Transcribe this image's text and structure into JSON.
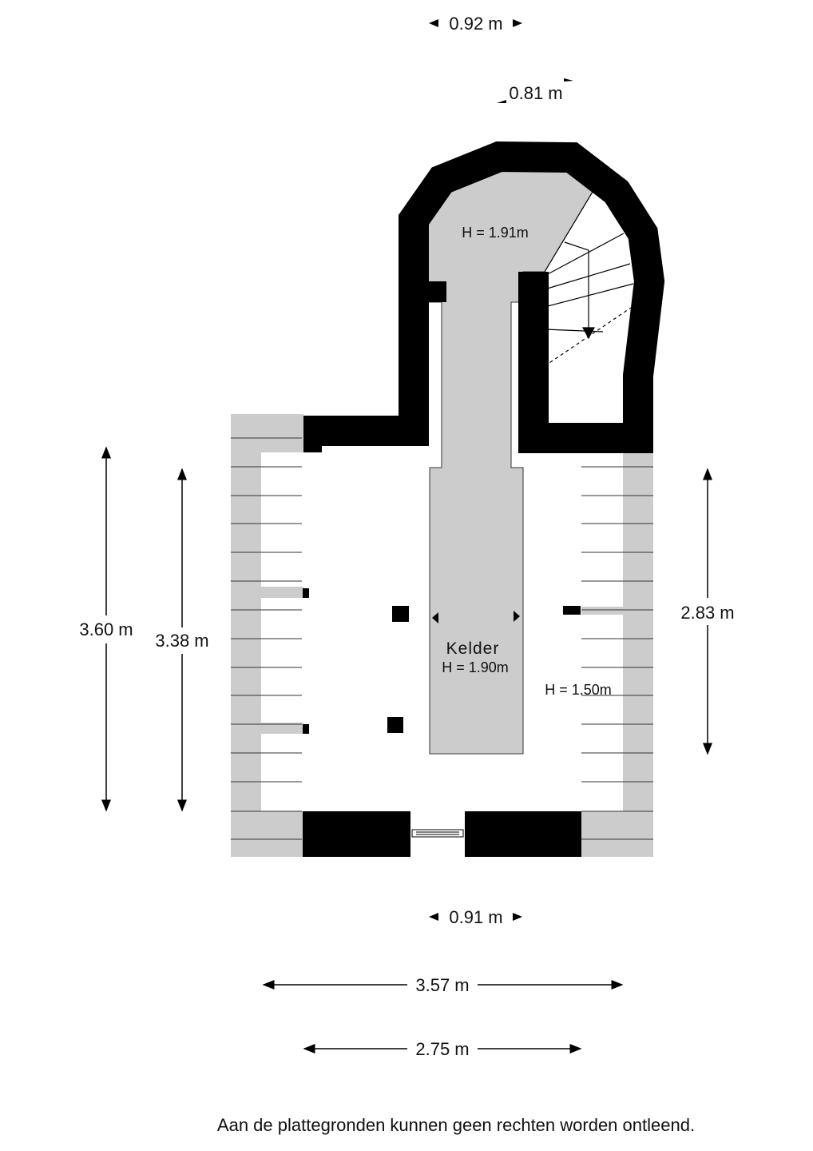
{
  "room": {
    "name": "Kelder",
    "height": "H = 1.90m"
  },
  "heights": {
    "stair_area": "H = 1.91m",
    "side_area": "H = 1.50m"
  },
  "dimensions": {
    "top_width": "0.92 m",
    "stair_width": "0.81 m",
    "window_width": "0.91 m",
    "outer_width": "3.57 m",
    "inner_width": "2.75 m",
    "outer_depth": "3.60 m",
    "inner_depth": "3.38 m",
    "right_depth": "2.83 m"
  },
  "disclaimer": "Aan de plattegronden kunnen geen rechten worden ontleend.",
  "colors": {
    "wall": "#000000",
    "slope": "#cccccc",
    "floor": "#ffffff"
  }
}
